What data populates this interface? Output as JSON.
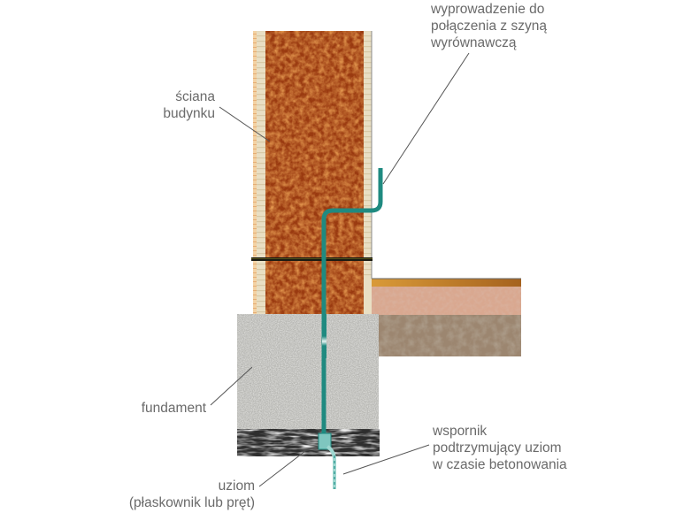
{
  "labels": {
    "lead_out": {
      "lines": [
        "wyprowadzenie do",
        "połączenia z szyną",
        "wyrównawczą"
      ]
    },
    "wall": {
      "lines": [
        "ściana",
        "budynku"
      ]
    },
    "foundation": {
      "lines": [
        "fundament"
      ]
    },
    "support": {
      "lines": [
        "wspornik",
        "podtrzymujący uziom",
        "w czasie betonowania"
      ]
    },
    "earth_electrode": {
      "lines": [
        "uziom",
        "(płaskownik lub pręt)"
      ]
    }
  },
  "colors": {
    "brick": "#b84a14",
    "brick_dark": "#7a2a08",
    "plaster": "#e8dcc0",
    "plaster_outer": "#f0c89a",
    "concrete": "#b8b8b4",
    "gravel": "#3a3a3a",
    "floor_finish": "#c88a30",
    "screed": "#d9a890",
    "soil": "#9c8670",
    "conductor": "#1f8a80",
    "leader": "#555555",
    "label_text": "#6a6a6a"
  }
}
